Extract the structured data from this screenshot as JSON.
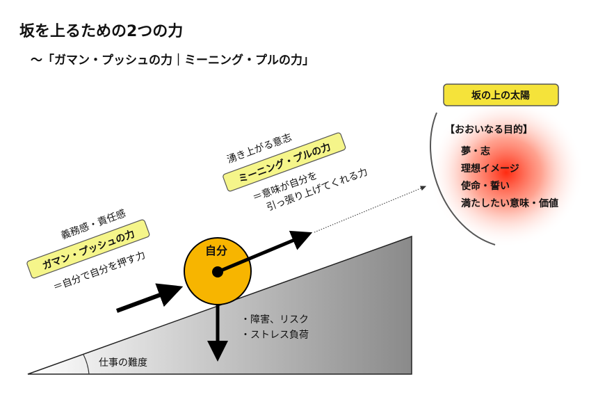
{
  "title": "坂を上るための2つの力",
  "subtitle": "～「ガマン・プッシュの力｜ミーニング・プルの力」",
  "push": {
    "above": "義務感・責任感",
    "box": "ガマン・プッシュの力",
    "below": "＝自分で自分を押す力"
  },
  "pull": {
    "above": "湧き上がる意志",
    "box": "ミーニング・プルの力",
    "below1": "＝意味が自分を",
    "below2": "引っ張り上げてくれる力"
  },
  "self": "自分",
  "obstacles": [
    "・障害、リスク",
    "・ストレス負荷"
  ],
  "slope_label": "仕事の難度",
  "sun": {
    "box": "坂の上の太陽",
    "heading": "【おおいなる目的】",
    "items": [
      "夢・志",
      "理想イメージ",
      "使命・誓い",
      "満たしたい意味・価値"
    ]
  },
  "colors": {
    "label_box": "#f5f58a",
    "sun_box": "#f5e33a",
    "self_circle": "#f7b500",
    "sun_glow": "#ff2a10"
  }
}
